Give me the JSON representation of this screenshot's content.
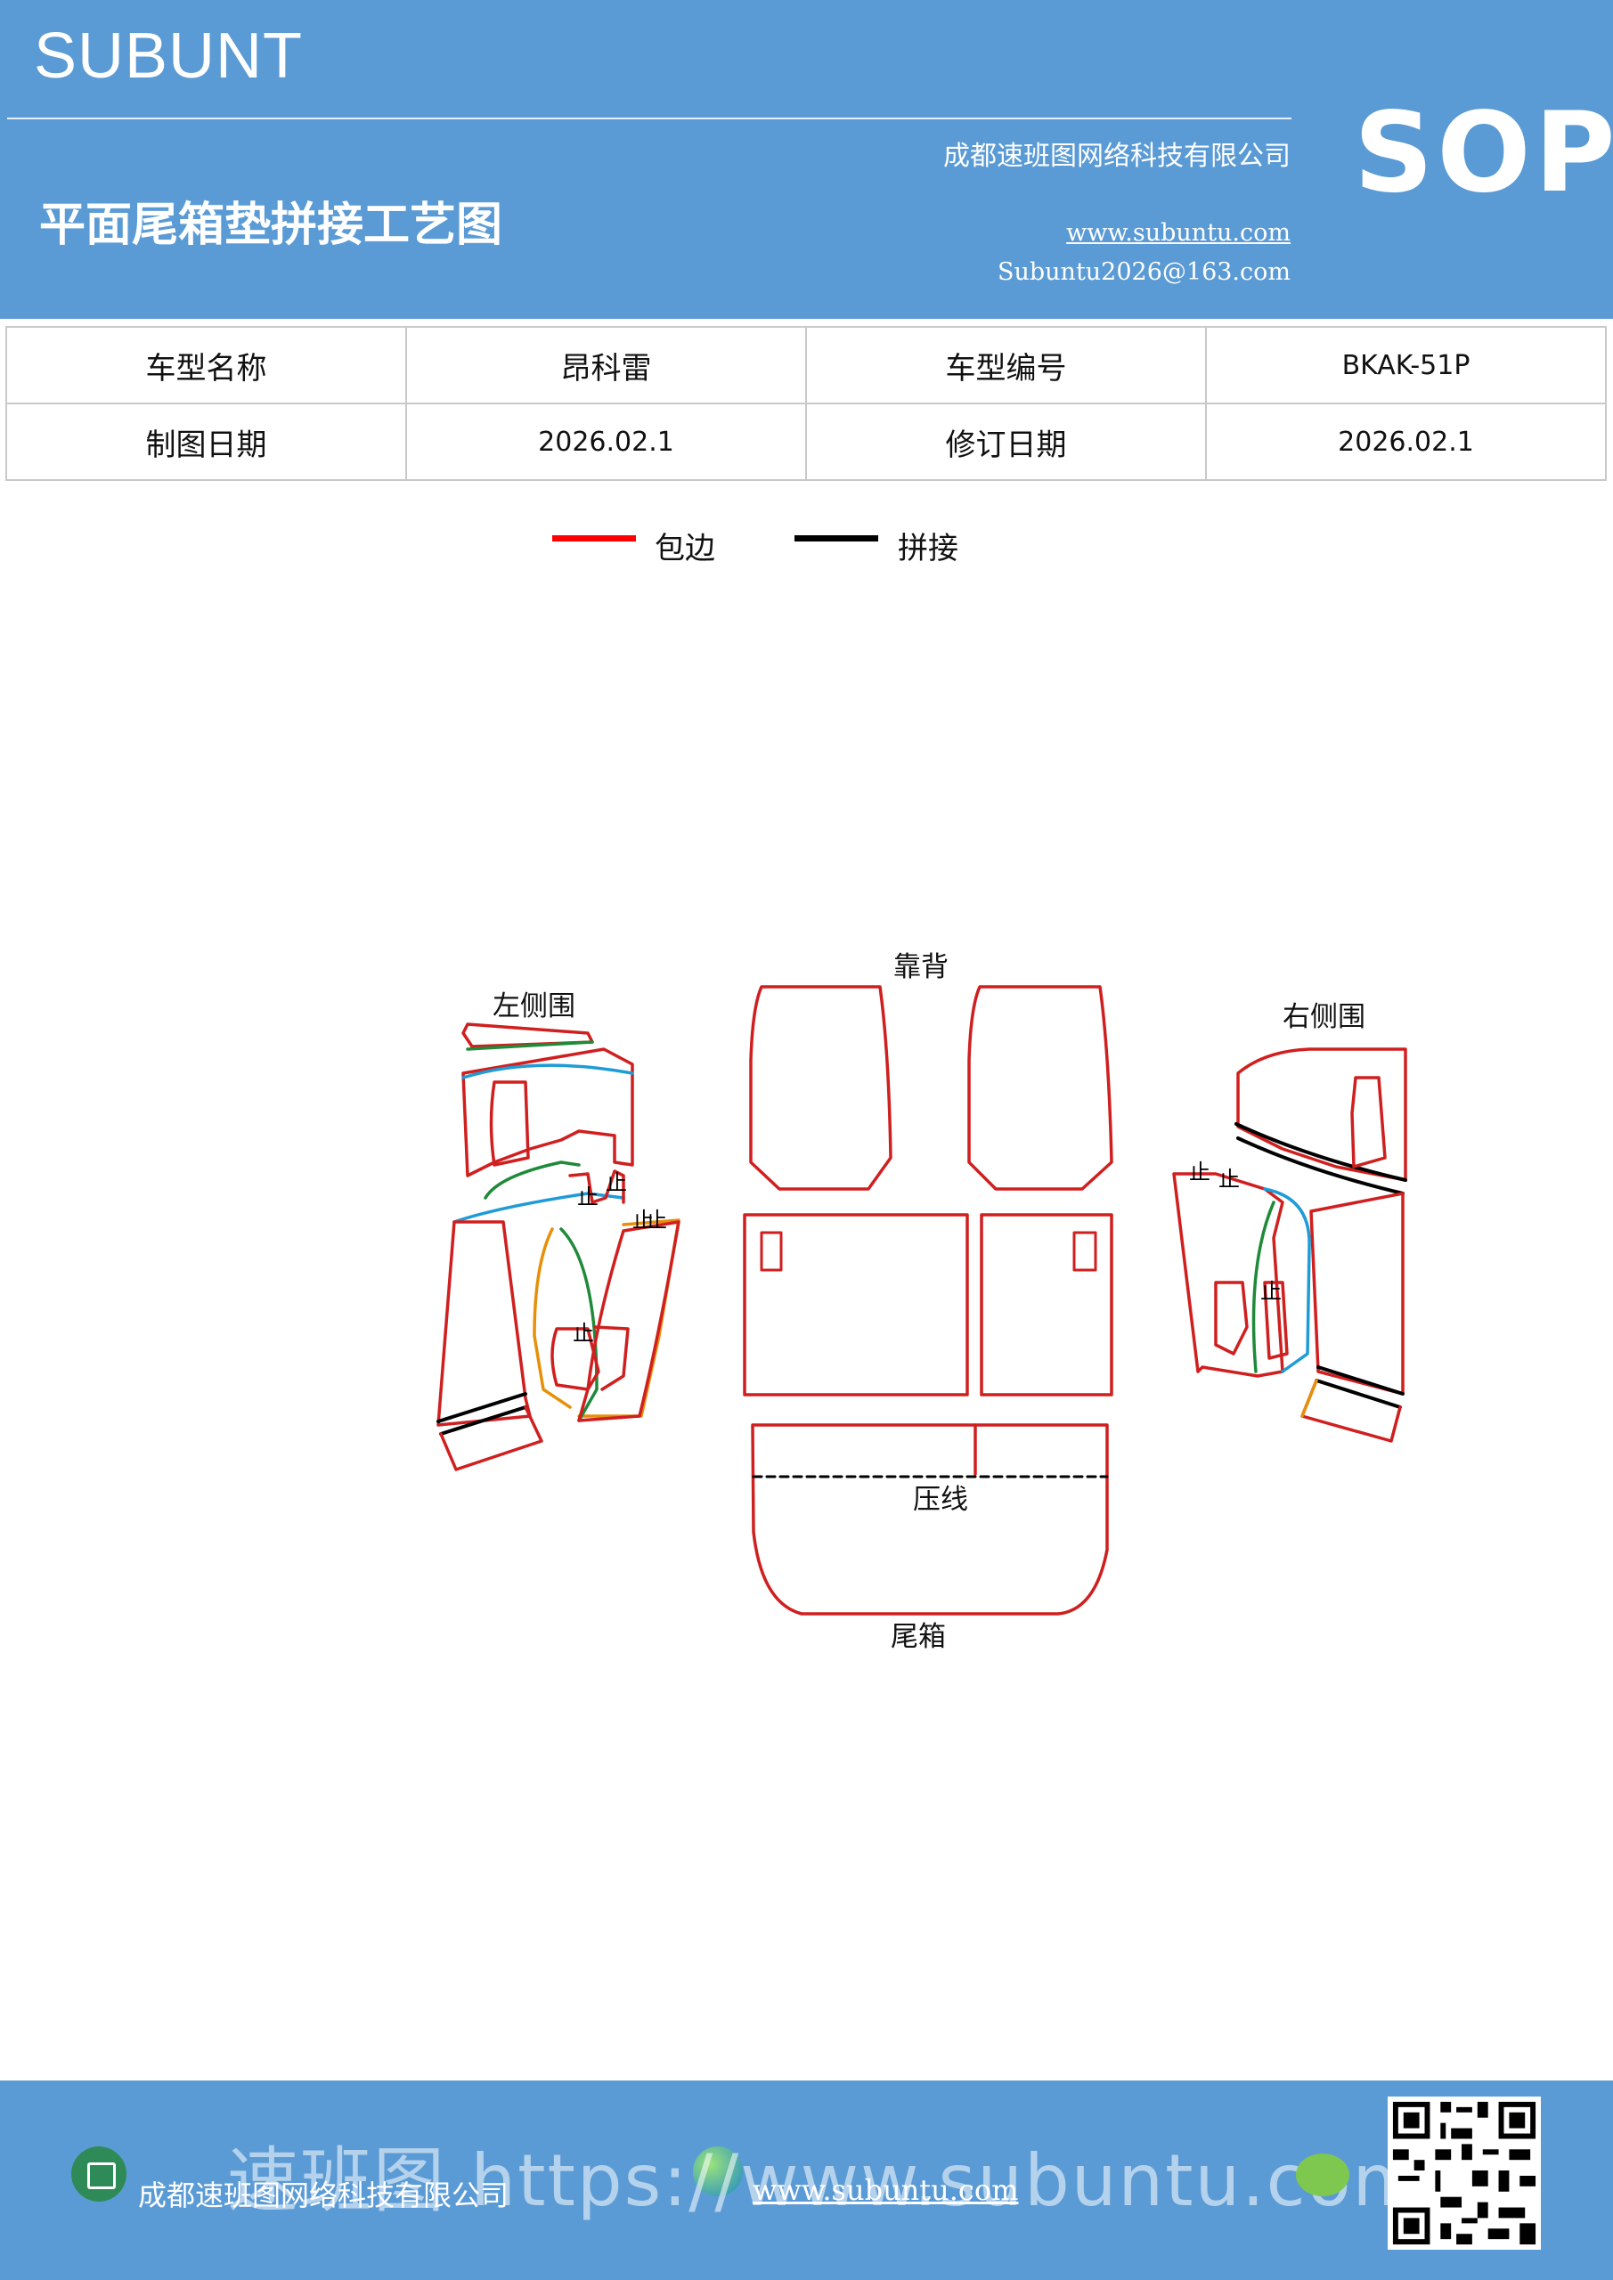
{
  "header": {
    "brand": "SUBUNT",
    "title": "平面尾箱垫拼接工艺图",
    "company": "成都速班图网络科技有限公司",
    "website": "www.subuntu.com",
    "email": "Subuntu2026@163.com",
    "badge": "SOP"
  },
  "info_table": {
    "model_name_label": "车型名称",
    "model_name_value": "昂科雷",
    "model_code_label": "车型编号",
    "model_code_value": "BKAK-51P",
    "draw_date_label": "制图日期",
    "draw_date_value": "2026.02.1",
    "revise_date_label": "修订日期",
    "revise_date_value": "2026.02.1"
  },
  "legend": {
    "items": [
      {
        "label": "包边",
        "color": "#ff0000"
      },
      {
        "label": "拼接",
        "color": "#000000"
      }
    ]
  },
  "diagram": {
    "left_side": "左侧围",
    "backrest": "靠背",
    "right_side": "右侧围",
    "press_line": "压线",
    "trunk": "尾箱",
    "stop_mark": "止",
    "colors": {
      "edge": "#d01f1f",
      "seam": "#000000",
      "green": "#1f8a3a",
      "blue": "#1f9bd6",
      "orange": "#e6900a"
    }
  },
  "footer": {
    "company": "成都速班图网络科技有限公司",
    "website": "www.subuntu.com",
    "watermark": "速班图 https://www.subuntu.com"
  }
}
